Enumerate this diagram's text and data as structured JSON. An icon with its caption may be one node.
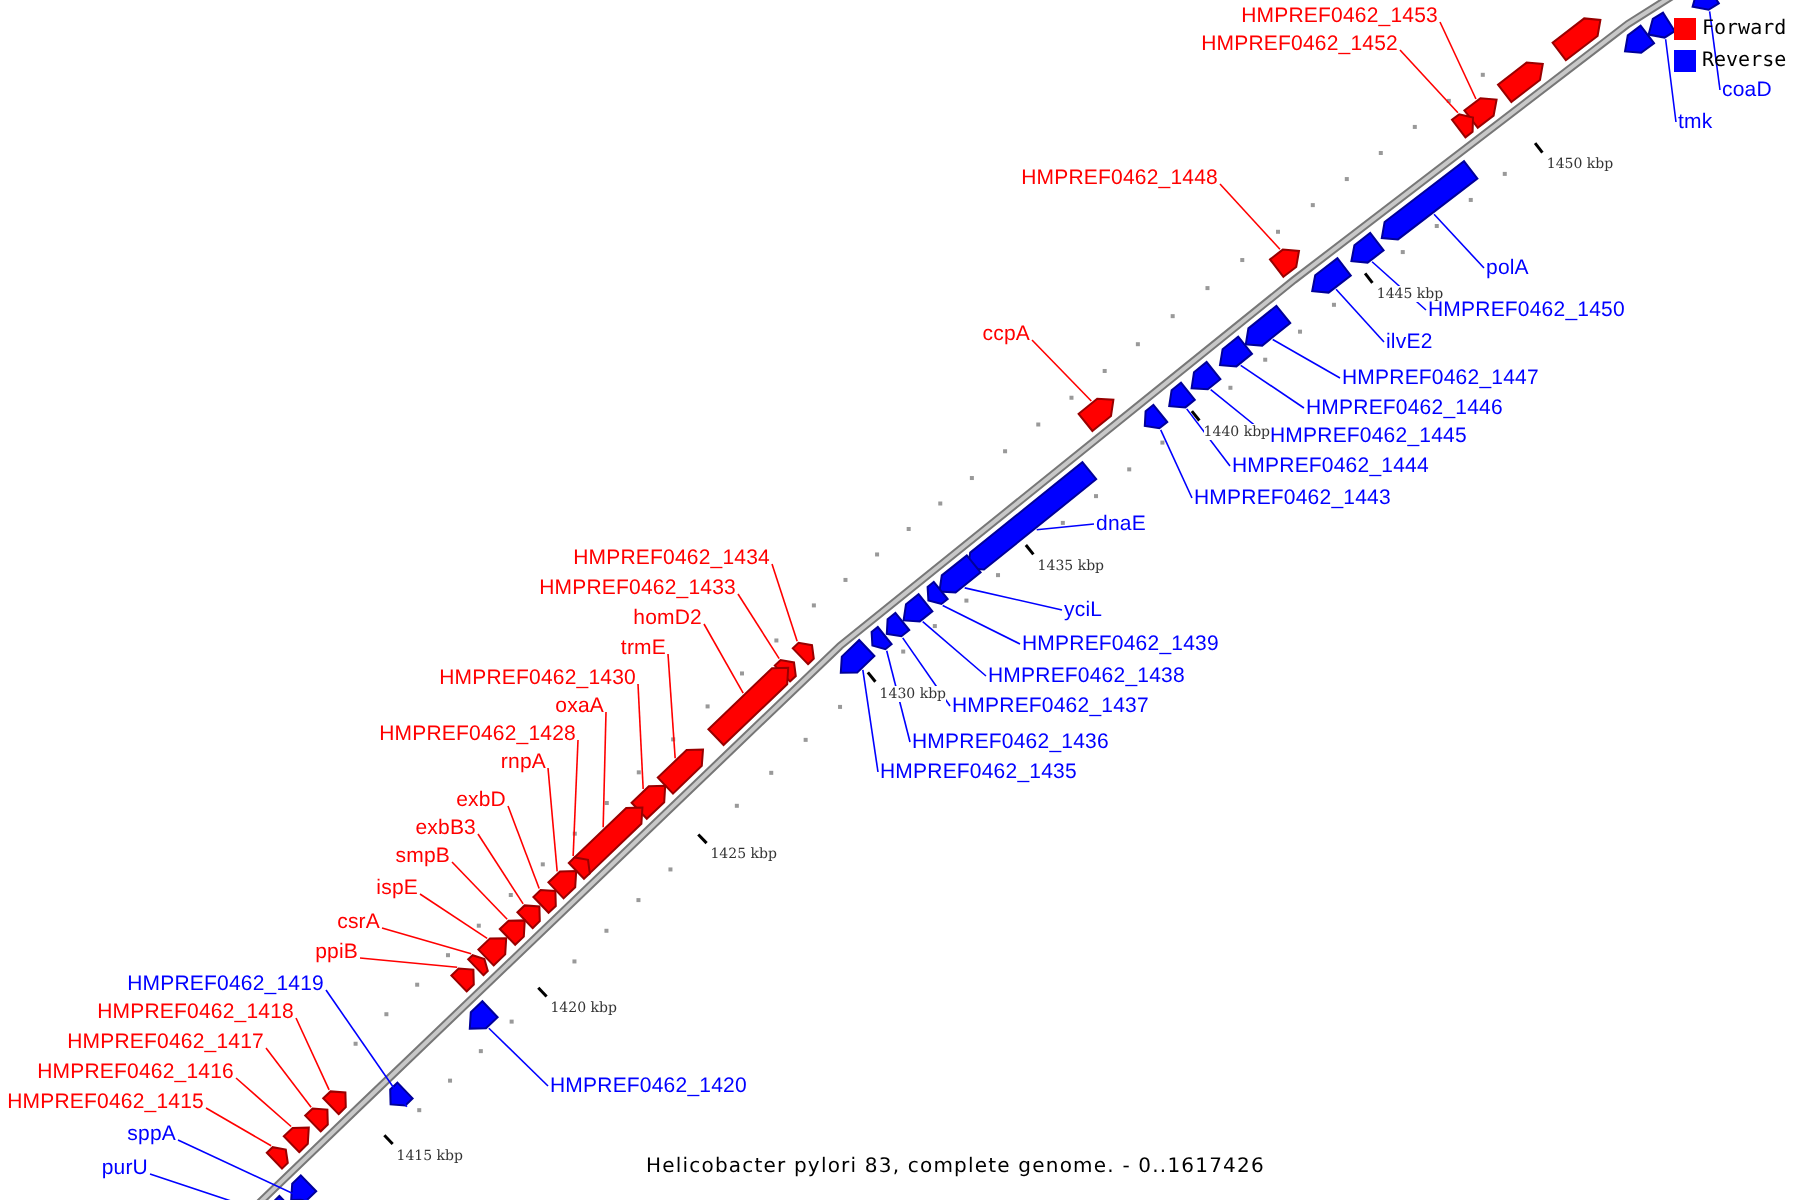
{
  "diagram": {
    "caption": "Helicobacter pylori 83, complete genome. - 0..1617426",
    "nodes": [
      {
        "text": [
          "HMPREF0462_1453"
        ]
      },
      {
        "text": [],
        "shape": "arrow"
      },
      {
        "text": [
          "HMPREF0462_1452"
        ]
      },
      {
        "text": [],
        "shape": "arrow"
      },
      {
        "text": [],
        "shape": "arrow"
      },
      {
        "text": [],
        "shape": "arrow"
      },
      {
        "text": [],
        "shape": "arrow"
      },
      {
        "text": [
          "coaD"
        ]
      },
      {
        "text": [],
        "shape": "arrow"
      },
      {
        "text": [
          "tmk"
        ]
      },
      {
        "text": [],
        "shape": "arrow"
      },
      {
        "text": [
          "HMPREF0462_1448"
        ]
      },
      {
        "text": [],
        "shape": "arrow"
      },
      {
        "text": [
          "polA"
        ]
      },
      {
        "text": [],
        "shape": "arrow"
      },
      {
        "text": [
          "HMPREF0462_1450"
        ]
      },
      {
        "text": [],
        "shape": "arrow"
      },
      {
        "text": [
          "ilvE2"
        ]
      },
      {
        "text": [],
        "shape": "arrow"
      },
      {
        "text": [
          "ccpA"
        ]
      },
      {
        "text": [],
        "shape": "arrow"
      },
      {
        "text": [
          "HMPREF0462_1447"
        ]
      },
      {
        "text": [],
        "shape": "arrow"
      },
      {
        "text": [
          "HMPREF0462_1446"
        ]
      },
      {
        "text": [],
        "shape": "arrow"
      },
      {
        "text": [
          "HMPREF0462_1445"
        ]
      },
      {
        "text": [],
        "shape": "arrow"
      },
      {
        "text": [
          "HMPREF0462_1444"
        ]
      },
      {
        "text": [],
        "shape": "arrow"
      },
      {
        "text": [
          "HMPREF0462_1443"
        ]
      },
      {
        "text": [],
        "shape": "arrow"
      },
      {
        "text": [
          "dnaE"
        ]
      },
      {
        "text": [],
        "shape": "arrow"
      },
      {
        "text": [
          "HMPREF0462_1434"
        ]
      },
      {
        "text": [],
        "shape": "arrow"
      },
      {
        "text": [
          "HMPREF0462_1433"
        ]
      },
      {
        "text": [],
        "shape": "arrow"
      },
      {
        "text": [
          "homD2"
        ]
      },
      {
        "text": [],
        "shape": "arrow"
      },
      {
        "text": [
          "yciL"
        ]
      },
      {
        "text": [],
        "shape": "arrow"
      },
      {
        "text": [
          "trmE"
        ]
      },
      {
        "text": [],
        "shape": "arrow"
      },
      {
        "text": [
          "HMPREF0462_1439"
        ]
      },
      {
        "text": [],
        "shape": "arrow"
      },
      {
        "text": [
          "HMPREF0462_1430"
        ]
      },
      {
        "text": [],
        "shape": "arrow"
      },
      {
        "text": [
          "HMPREF0462_1438"
        ]
      },
      {
        "text": [],
        "shape": "arrow"
      },
      {
        "text": [
          "oxaA"
        ]
      },
      {
        "text": [],
        "shape": "arrow"
      },
      {
        "text": [
          "HMPREF0462_1437"
        ]
      },
      {
        "text": [],
        "shape": "arrow"
      },
      {
        "text": [
          "HMPREF0462_1428"
        ]
      },
      {
        "text": [],
        "shape": "arrow"
      },
      {
        "text": [
          "HMPREF0462_1436"
        ]
      },
      {
        "text": [],
        "shape": "arrow"
      },
      {
        "text": [
          "rnpA"
        ]
      },
      {
        "text": [],
        "shape": "arrow"
      },
      {
        "text": [
          "HMPREF0462_1435"
        ]
      },
      {
        "text": [],
        "shape": "arrow"
      },
      {
        "text": [
          "exbD"
        ]
      },
      {
        "text": [],
        "shape": "arrow"
      },
      {
        "text": [
          "exbB3"
        ]
      },
      {
        "text": [],
        "shape": "arrow"
      },
      {
        "text": [
          "smpB"
        ]
      },
      {
        "text": [],
        "shape": "arrow"
      },
      {
        "text": [
          "ispE"
        ]
      },
      {
        "text": [],
        "shape": "arrow"
      },
      {
        "text": [
          "csrA"
        ]
      },
      {
        "text": [],
        "shape": "arrow"
      },
      {
        "text": [
          "ppiB"
        ]
      },
      {
        "text": [],
        "shape": "arrow"
      },
      {
        "text": [
          "HMPREF0462_1419"
        ]
      },
      {
        "text": [],
        "shape": "arrow"
      },
      {
        "text": [
          "HMPREF0462_1418"
        ]
      },
      {
        "text": [],
        "shape": "arrow"
      },
      {
        "text": [
          "HMPREF0462_1417"
        ]
      },
      {
        "text": [],
        "shape": "arrow"
      },
      {
        "text": [
          "HMPREF0462_1416"
        ]
      },
      {
        "text": [],
        "shape": "arrow"
      },
      {
        "text": [
          "HMPREF0462_1415"
        ]
      },
      {
        "text": [],
        "shape": "arrow"
      },
      {
        "text": [
          "HMPREF0462_1420"
        ]
      },
      {
        "text": [],
        "shape": "arrow"
      },
      {
        "text": [
          "sppA"
        ]
      },
      {
        "text": [],
        "shape": "arrow"
      },
      {
        "text": [
          "purU"
        ]
      },
      {
        "text": [],
        "shape": "arrow"
      }
    ],
    "edges": [
      {
        "from": 0,
        "to": 1,
        "arrow": "none",
        "color": "#ff0000"
      },
      {
        "from": 2,
        "to": 3,
        "arrow": "none",
        "color": "#ff0000"
      },
      {
        "from": 7,
        "to": 8,
        "arrow": "none",
        "color": "#0000ff"
      },
      {
        "from": 9,
        "to": 10,
        "arrow": "none",
        "color": "#0000ff"
      },
      {
        "from": 11,
        "to": 12,
        "arrow": "none",
        "color": "#ff0000"
      },
      {
        "from": 13,
        "to": 14,
        "arrow": "none",
        "color": "#0000ff"
      },
      {
        "from": 15,
        "to": 16,
        "arrow": "none",
        "color": "#0000ff"
      },
      {
        "from": 17,
        "to": 18,
        "arrow": "none",
        "color": "#0000ff"
      },
      {
        "from": 19,
        "to": 20,
        "arrow": "none",
        "color": "#ff0000"
      },
      {
        "from": 21,
        "to": 22,
        "arrow": "none",
        "color": "#0000ff"
      },
      {
        "from": 23,
        "to": 24,
        "arrow": "none",
        "color": "#0000ff"
      },
      {
        "from": 25,
        "to": 26,
        "arrow": "none",
        "color": "#0000ff"
      },
      {
        "from": 27,
        "to": 28,
        "arrow": "none",
        "color": "#0000ff"
      },
      {
        "from": 29,
        "to": 30,
        "arrow": "none",
        "color": "#0000ff"
      },
      {
        "from": 31,
        "to": 32,
        "arrow": "none",
        "color": "#0000ff"
      },
      {
        "from": 33,
        "to": 34,
        "arrow": "none",
        "color": "#ff0000"
      },
      {
        "from": 35,
        "to": 36,
        "arrow": "none",
        "color": "#ff0000"
      },
      {
        "from": 37,
        "to": 38,
        "arrow": "none",
        "color": "#ff0000"
      },
      {
        "from": 39,
        "to": 40,
        "arrow": "none",
        "color": "#0000ff"
      },
      {
        "from": 41,
        "to": 42,
        "arrow": "none",
        "color": "#ff0000"
      },
      {
        "from": 43,
        "to": 44,
        "arrow": "none",
        "color": "#0000ff"
      },
      {
        "from": 45,
        "to": 46,
        "arrow": "none",
        "color": "#ff0000"
      },
      {
        "from": 47,
        "to": 48,
        "arrow": "none",
        "color": "#0000ff"
      },
      {
        "from": 49,
        "to": 50,
        "arrow": "none",
        "color": "#ff0000"
      },
      {
        "from": 51,
        "to": 52,
        "arrow": "none",
        "color": "#0000ff"
      },
      {
        "from": 53,
        "to": 54,
        "arrow": "none",
        "color": "#ff0000"
      },
      {
        "from": 55,
        "to": 56,
        "arrow": "none",
        "color": "#0000ff"
      },
      {
        "from": 57,
        "to": 58,
        "arrow": "none",
        "color": "#ff0000"
      },
      {
        "from": 59,
        "to": 60,
        "arrow": "none",
        "color": "#0000ff"
      },
      {
        "from": 61,
        "to": 62,
        "arrow": "none",
        "color": "#ff0000"
      },
      {
        "from": 63,
        "to": 64,
        "arrow": "none",
        "color": "#ff0000"
      },
      {
        "from": 65,
        "to": 66,
        "arrow": "none",
        "color": "#ff0000"
      },
      {
        "from": 67,
        "to": 68,
        "arrow": "none",
        "color": "#ff0000"
      },
      {
        "from": 69,
        "to": 70,
        "arrow": "none",
        "color": "#ff0000"
      },
      {
        "from": 71,
        "to": 72,
        "arrow": "none",
        "color": "#ff0000"
      },
      {
        "from": 73,
        "to": 74,
        "arrow": "none",
        "color": "#0000ff"
      },
      {
        "from": 75,
        "to": 76,
        "arrow": "none",
        "color": "#ff0000"
      },
      {
        "from": 77,
        "to": 78,
        "arrow": "none",
        "color": "#ff0000"
      },
      {
        "from": 79,
        "to": 80,
        "arrow": "none",
        "color": "#ff0000"
      },
      {
        "from": 81,
        "to": 82,
        "arrow": "none",
        "color": "#ff0000"
      },
      {
        "from": 83,
        "to": 84,
        "arrow": "none",
        "color": "#0000ff"
      },
      {
        "from": 85,
        "to": 86,
        "arrow": "none",
        "color": "#0000ff"
      },
      {
        "from": 87,
        "to": 88,
        "arrow": "none",
        "color": "#0000ff"
      }
    ],
    "labels": [
      "1450 kbp",
      "1445 kbp",
      "1440 kbp",
      "1435 kbp",
      "1430 kbp",
      "1425 kbp",
      "1420 kbp",
      "1415 kbp"
    ],
    "legend": [
      {
        "text": "Forward",
        "color": "#ff0000"
      },
      {
        "text": "Reverse",
        "color": "#0000ff"
      }
    ]
  }
}
